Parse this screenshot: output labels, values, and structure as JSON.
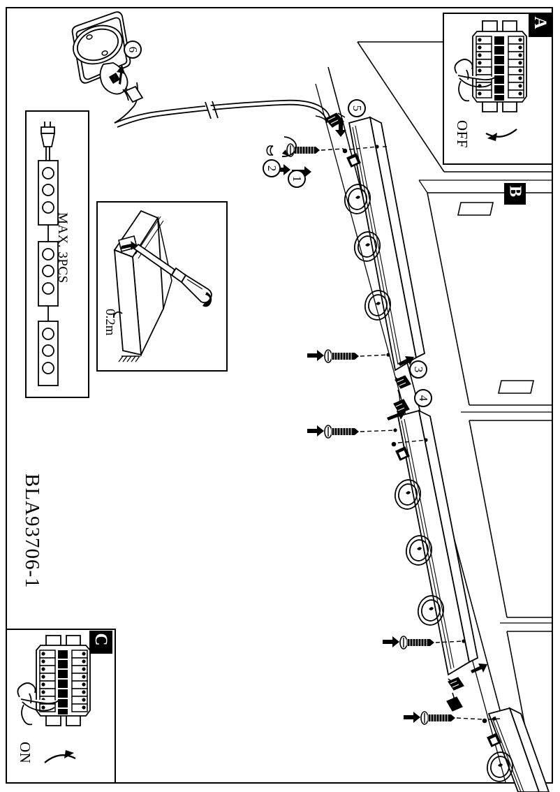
{
  "sheet": {
    "product_code": "BLA93706-1",
    "orientation": "landscape-rotated-90"
  },
  "panels": {
    "breaker_off": {
      "badge": "A",
      "caption": "OFF",
      "description": "hand switching circuit breaker off"
    },
    "breaker_on": {
      "badge": "C",
      "caption": "ON",
      "description": "hand switching circuit breaker on"
    },
    "wall_view": {
      "badge": "B",
      "description": "cabinet wall background view"
    },
    "power_strip": {
      "caption": "MAX. 3PCS",
      "description": "plug with three daisy chained fixtures"
    },
    "screwdriver": {
      "caption": "0.2m",
      "description": "screwdriver releasing cover, minimum distance 0.2 m"
    }
  },
  "steps": [
    {
      "number": "1",
      "description": "drive screw into wall"
    },
    {
      "number": "2",
      "description": "insert wall anchor"
    },
    {
      "number": "3",
      "description": "connect first fixture link"
    },
    {
      "number": "4",
      "description": "connect second fixture link"
    },
    {
      "number": "5",
      "description": "attach supply lead to fixture"
    },
    {
      "number": "6",
      "description": "plug into wall socket"
    }
  ],
  "colors": {
    "ink": "#000000",
    "paper": "#ffffff"
  }
}
